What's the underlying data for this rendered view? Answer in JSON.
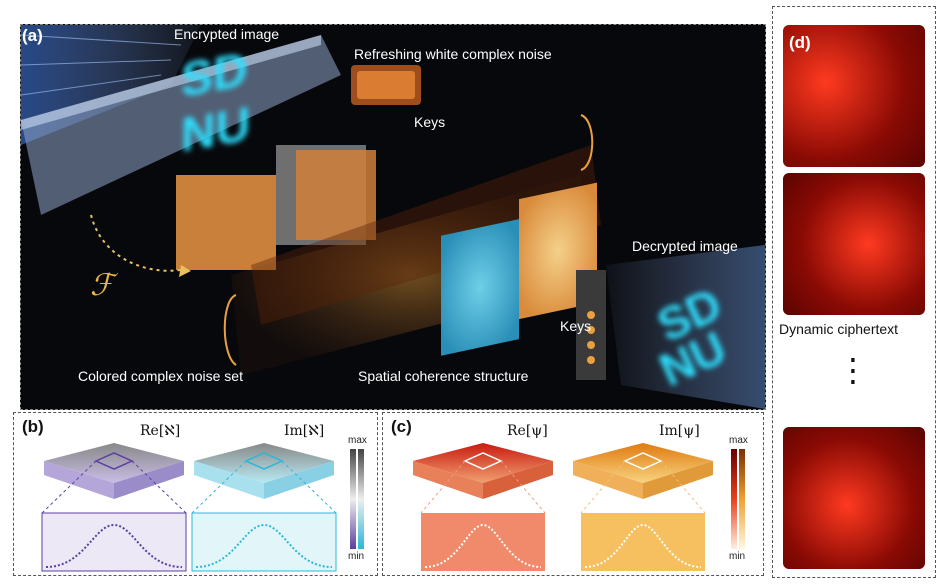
{
  "panel_a": {
    "label": "(a)",
    "encrypted_image": "Encrypted image",
    "refreshing_noise": "Refreshing white complex noise",
    "keys_top": "Keys",
    "decrypted_image": "Decrypted image",
    "keys_bottom": "Keys",
    "colored_noise": "Colored complex noise set",
    "spatial_coherence": "Spatial coherence structure",
    "fourier_symbol": "ℱ",
    "logo_text_top": "SD",
    "logo_text_bottom": "NU"
  },
  "panel_b": {
    "label": "(b)",
    "left_title": "Re[ℵ]",
    "right_title": "Im[ℵ]",
    "cbar_max": "max",
    "cbar_min": "min"
  },
  "panel_c": {
    "label": "(c)",
    "left_title": "Re[ψ]",
    "right_title": "Im[ψ]",
    "cbar_max": "max",
    "cbar_min": "min"
  },
  "panel_d": {
    "label": "(d)",
    "caption": "Dynamic ciphertext",
    "ellipsis": "⋮"
  },
  "colors": {
    "noise_red": "#c81a10",
    "noise_orange": "#e89030",
    "cyan_glow": "#2fe0ff",
    "purple": "#5a3fa0",
    "blue_cyan": "#3ab8d8"
  }
}
